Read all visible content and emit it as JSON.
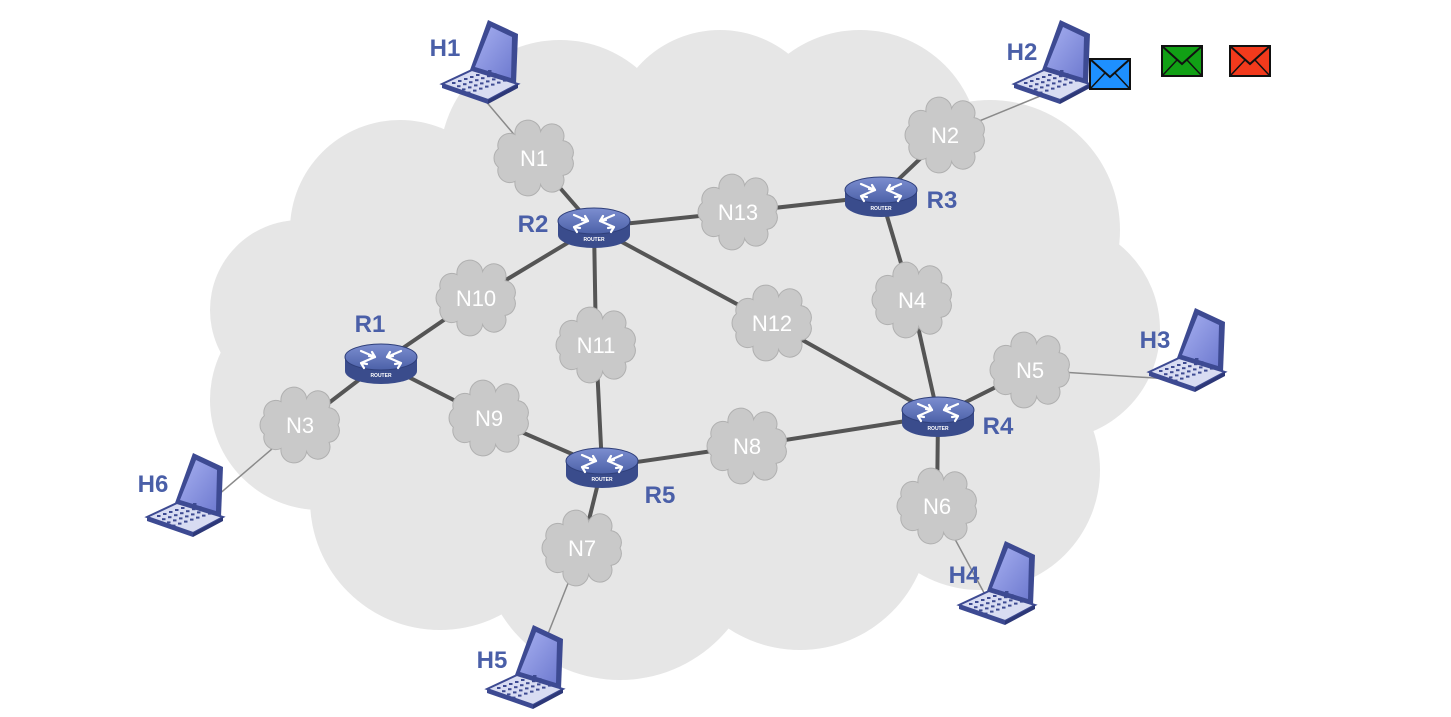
{
  "colors": {
    "background_cloud": "#e6e6e6",
    "network_cloud": "#c9c9c9",
    "network_cloud_stroke": "#b0b0b0",
    "link": "#555555",
    "host_link": "#8a8a8a",
    "label": "#4a5fa8",
    "router_top": "#5e73b8",
    "router_side": "#3a4c8c",
    "laptop_screen": "#8e99dd",
    "laptop_frame": "#3d4a92",
    "envelope_blue": "#1e90ff",
    "envelope_green": "#11a015",
    "envelope_red": "#f23a1c"
  },
  "diagram": {
    "router_sublabel": "ROUTER",
    "routers": [
      {
        "id": "R1",
        "label": "R1",
        "label_side": "top"
      },
      {
        "id": "R2",
        "label": "R2",
        "label_side": "left"
      },
      {
        "id": "R3",
        "label": "R3",
        "label_side": "right"
      },
      {
        "id": "R4",
        "label": "R4",
        "label_side": "right"
      },
      {
        "id": "R5",
        "label": "R5",
        "label_side": "right"
      }
    ],
    "networks": [
      {
        "id": "N1",
        "label": "N1"
      },
      {
        "id": "N2",
        "label": "N2"
      },
      {
        "id": "N3",
        "label": "N3"
      },
      {
        "id": "N4",
        "label": "N4"
      },
      {
        "id": "N5",
        "label": "N5"
      },
      {
        "id": "N6",
        "label": "N6"
      },
      {
        "id": "N7",
        "label": "N7"
      },
      {
        "id": "N8",
        "label": "N8"
      },
      {
        "id": "N9",
        "label": "N9"
      },
      {
        "id": "N10",
        "label": "N10"
      },
      {
        "id": "N11",
        "label": "N11"
      },
      {
        "id": "N12",
        "label": "N12"
      },
      {
        "id": "N13",
        "label": "N13"
      }
    ],
    "hosts": [
      {
        "id": "H1",
        "label": "H1"
      },
      {
        "id": "H2",
        "label": "H2"
      },
      {
        "id": "H3",
        "label": "H3"
      },
      {
        "id": "H4",
        "label": "H4"
      },
      {
        "id": "H5",
        "label": "H5"
      },
      {
        "id": "H6",
        "label": "H6"
      }
    ],
    "links": [
      [
        "R2",
        "N1"
      ],
      [
        "R2",
        "N13"
      ],
      [
        "N13",
        "R3"
      ],
      [
        "R3",
        "N2"
      ],
      [
        "R3",
        "N4"
      ],
      [
        "N4",
        "R4"
      ],
      [
        "R2",
        "N10"
      ],
      [
        "N10",
        "R1"
      ],
      [
        "R2",
        "N11"
      ],
      [
        "N11",
        "R5"
      ],
      [
        "R2",
        "N12"
      ],
      [
        "N12",
        "R4"
      ],
      [
        "R1",
        "N9"
      ],
      [
        "N9",
        "R5"
      ],
      [
        "R1",
        "N3"
      ],
      [
        "R5",
        "N8"
      ],
      [
        "N8",
        "R4"
      ],
      [
        "R5",
        "N7"
      ],
      [
        "R4",
        "N5"
      ],
      [
        "R4",
        "N6"
      ]
    ],
    "host_links": [
      [
        "H1",
        "N1"
      ],
      [
        "H2",
        "N2"
      ],
      [
        "H3",
        "N5"
      ],
      [
        "H4",
        "N6"
      ],
      [
        "H5",
        "N7"
      ],
      [
        "H6",
        "N3"
      ]
    ],
    "envelopes": [
      {
        "id": "mail-blue",
        "color": "envelope_blue"
      },
      {
        "id": "mail-green",
        "color": "envelope_green"
      },
      {
        "id": "mail-red",
        "color": "envelope_red"
      }
    ]
  }
}
